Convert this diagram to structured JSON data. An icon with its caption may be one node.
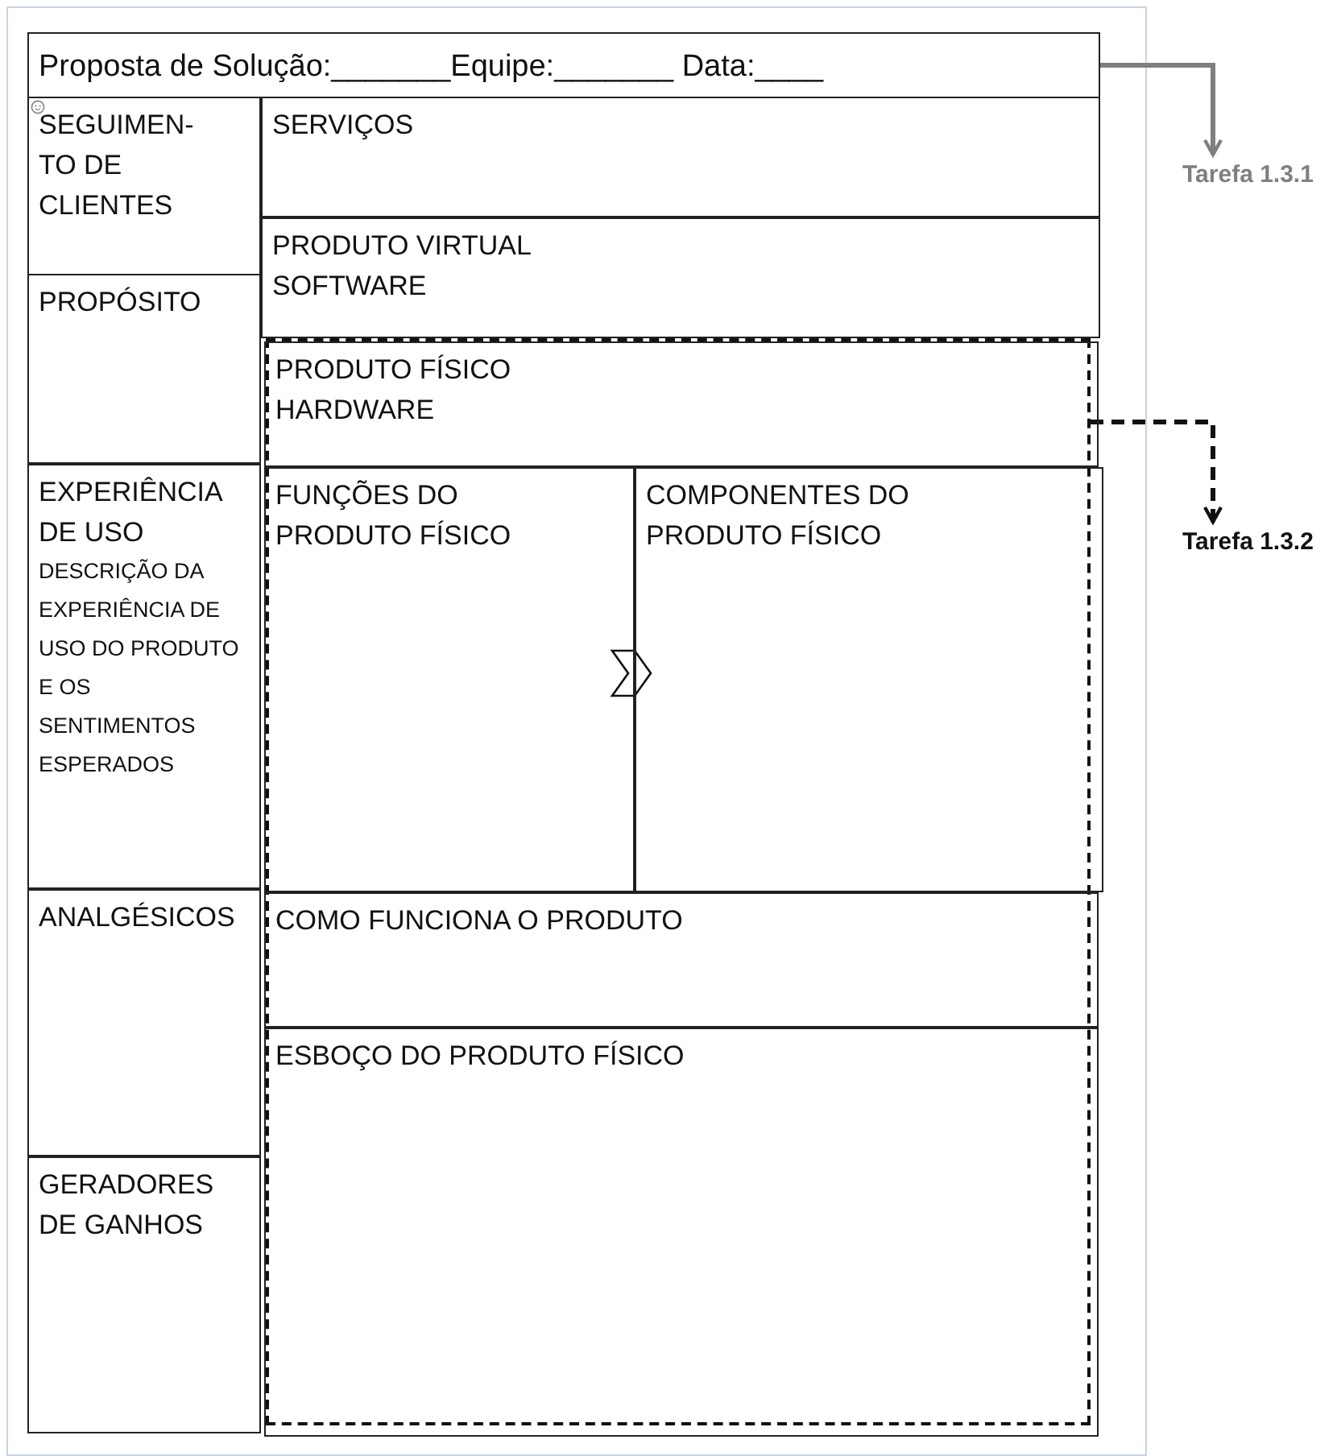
{
  "diagram": {
    "nodes": [
      {
        "text": [
          "Proposta de Solução:_______Equipe:_______ Data:____"
        ]
      },
      {
        "text": [
          "SEGUIMEN- TO DE CLIENTES"
        ]
      },
      {
        "text": [
          "PROPÓSITO"
        ]
      },
      {
        "text": [
          "EXPERIÊNCIA DE USO",
          "DESCRIÇÃO DA EXPERIÊNCIA DE USO DO PRODUTO E OS SENTIMENTOS ESPERADOS"
        ]
      },
      {
        "text": [
          "ANALGÉSICOS"
        ]
      },
      {
        "text": [
          "GERADORES DE GANHOS"
        ]
      },
      {
        "text": [
          "SERVIÇOS"
        ]
      },
      {
        "text": [
          "PRODUTO VIRTUAL SOFTWARE"
        ]
      },
      {
        "text": [],
        "shape": "box"
      },
      {
        "text": [
          "PRODUTO FÍSICO HARDWARE"
        ],
        "in": 8
      },
      {
        "text": [
          "FUNÇÕES DO PRODUTO FÍSICO"
        ],
        "in": 8
      },
      {
        "text": [
          "COMPONENTES DO PRODUTO FÍSICO"
        ],
        "in": 8
      },
      {
        "text": [
          "COMO FUNCIONA O PRODUTO"
        ],
        "in": 8
      },
      {
        "text": [
          "ESBOÇO DO PRODUTO FÍSICO"
        ],
        "in": 8
      },
      {
        "text": [
          "Tarefa 1.3.1"
        ]
      },
      {
        "text": [
          "Tarefa 1.3.2"
        ]
      }
    ],
    "edges": [
      {
        "from": 0,
        "to": 14,
        "arrow": "to",
        "color": "#7f7f7f"
      },
      {
        "from": 8,
        "to": 15,
        "arrow": "to",
        "style": "dashed",
        "color": "#111111"
      },
      {
        "from": 10,
        "to": 11,
        "arrow": "to"
      }
    ]
  }
}
